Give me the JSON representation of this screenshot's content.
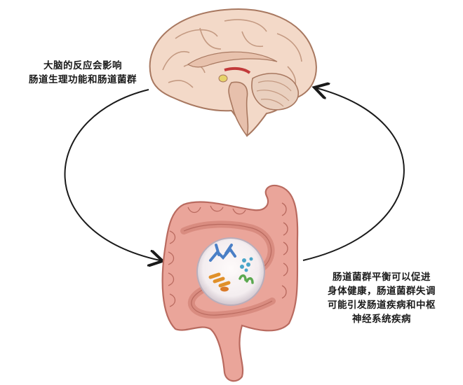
{
  "captions": {
    "brain_effect": [
      "大脑的反应会影响",
      "肠道生理功能和肠道菌群"
    ],
    "gut_effect": [
      "肠道菌群平衡可以促进",
      "身体健康，肠道菌群失调",
      "可能引发肠道疾病和中枢",
      "神经系统疾病"
    ]
  },
  "colors": {
    "brain_fill": "#f3d9c8",
    "brain_outline": "#a87860",
    "intestine_fill": "#eaa59a",
    "intestine_outline": "#b96a5f",
    "arrow": "#1a1a1a",
    "bacteria_blue": "#4a7fc6",
    "bacteria_orange": "#e0902a",
    "bacteria_green": "#5ba84f"
  }
}
